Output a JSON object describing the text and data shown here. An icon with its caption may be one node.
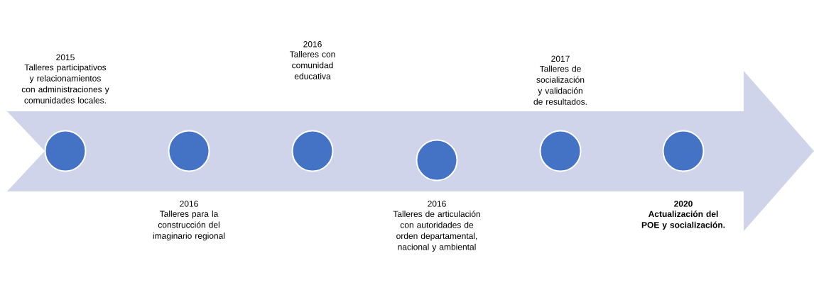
{
  "diagram": {
    "nodes": [
      {
        "text": [],
        "shape": "arrow"
      },
      {
        "text": [],
        "shape": "circle",
        "in": 0,
        "beside": [
          "2015",
          "Talleres participativos y relacionamientos con administraciones y comunidades locales."
        ]
      },
      {
        "text": [],
        "shape": "circle",
        "in": 0,
        "beside": [
          "2016",
          "Talleres para la construcción del imaginario regional"
        ]
      },
      {
        "text": [],
        "shape": "circle",
        "in": 0,
        "beside": [
          "2016",
          "Talleres con comunidad educativa"
        ]
      },
      {
        "text": [],
        "shape": "circle",
        "in": 0,
        "beside": [
          "2016",
          "Talleres de articulación con autoridades de orden departamental, nacional y ambiental"
        ]
      },
      {
        "text": [],
        "shape": "circle",
        "in": 0,
        "beside": [
          "2017",
          "Talleres de socialización y validación de resultados."
        ]
      },
      {
        "text": [],
        "shape": "circle",
        "in": 0,
        "beside": [
          "2020",
          "Actualización del POE y socialización."
        ]
      }
    ]
  }
}
